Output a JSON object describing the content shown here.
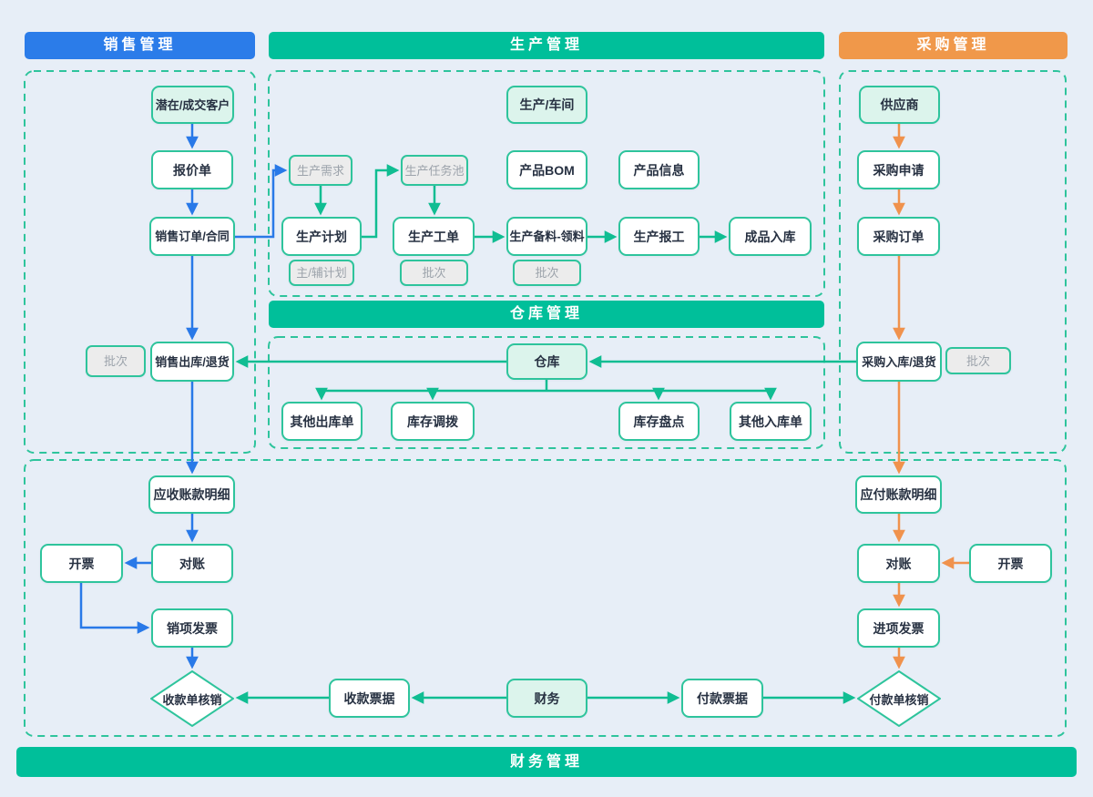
{
  "headers": {
    "sales": "销售管理",
    "production": "生产管理",
    "procurement": "采购管理",
    "warehouse": "仓库管理",
    "finance": "财务管理"
  },
  "nodes": {
    "customer": "潜在/成交客户",
    "quote": "报价单",
    "sales_order": "销售订单/合同",
    "sales_batch": "批次",
    "sales_out": "销售出库/退货",
    "ar_detail": "应收账款明细",
    "reconcile_left": "对账",
    "invoice_left": "开票",
    "sales_invoice": "销项发票",
    "receipt_verify": "收款单核销",
    "receipt_note": "收款票据",
    "workshop": "生产/车间",
    "prod_demand": "生产需求",
    "task_pool": "生产任务池",
    "bom": "产品BOM",
    "product_info": "产品信息",
    "prod_plan": "生产计划",
    "work_order": "生产工单",
    "material": "生产备料-领料",
    "prod_report": "生产报工",
    "finished_in": "成品入库",
    "sub_plan": "主/辅计划",
    "batch_wo": "批次",
    "batch_mat": "批次",
    "warehouse": "仓库",
    "other_out": "其他出库单",
    "transfer": "库存调拨",
    "stocktake": "库存盘点",
    "other_in": "其他入库单",
    "supplier": "供应商",
    "purchase_request": "采购申请",
    "purchase_order": "采购订单",
    "purchase_in": "采购入库/退货",
    "purchase_batch": "批次",
    "ap_detail": "应付账款明细",
    "reconcile_right": "对账",
    "invoice_right": "开票",
    "input_invoice": "进项发票",
    "payment_verify": "付款单核销",
    "payment_note": "付款票据",
    "finance": "财务"
  },
  "colors": {
    "sales_header": "#2B7CE9",
    "green_header": "#00BF9A",
    "orange_header": "#F0984A",
    "node_border": "#2EC49C",
    "arrow_blue": "#2979E8",
    "arrow_green": "#10BD92",
    "arrow_orange": "#F0924D",
    "background": "#E7EEF7",
    "tint_fill": "#DCF4EC",
    "gray_fill": "#ECECEC",
    "gray_text": "#9CA3AB"
  }
}
